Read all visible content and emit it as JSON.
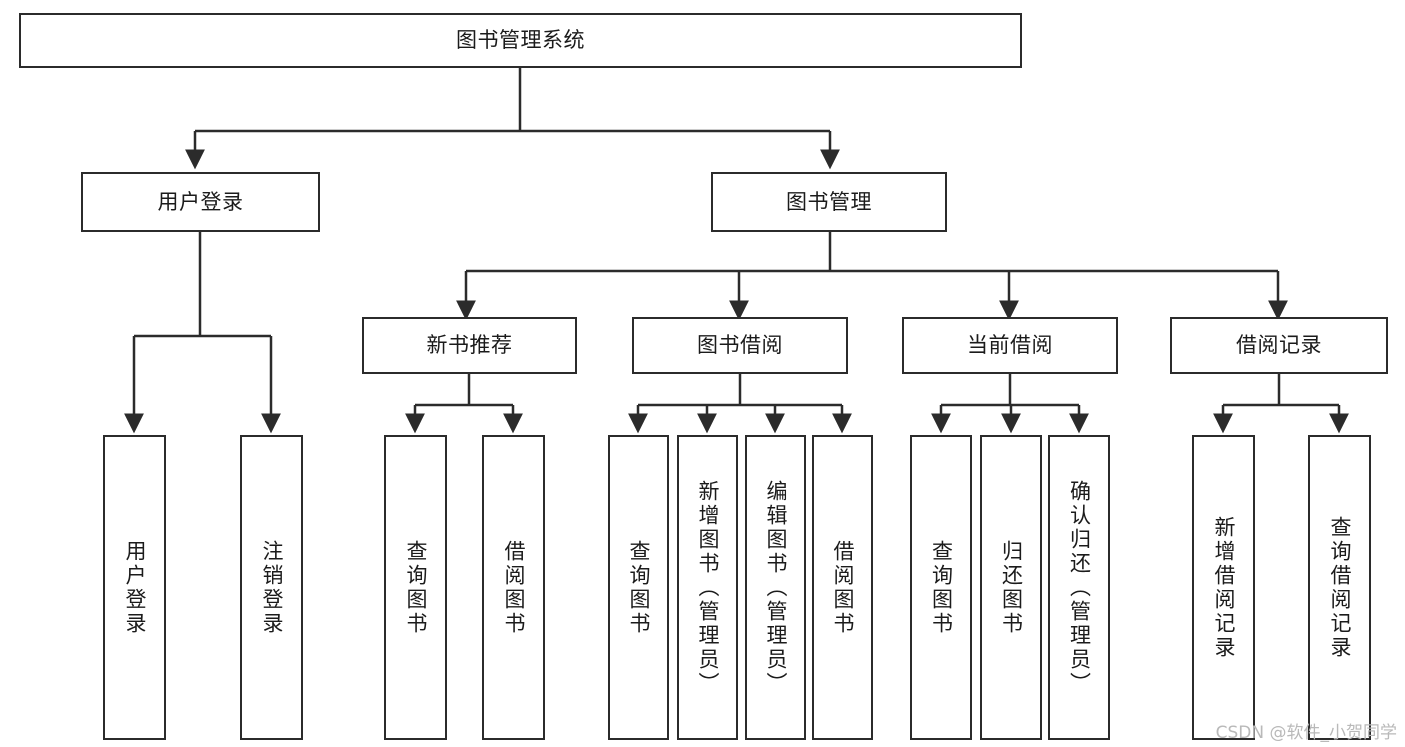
{
  "diagram": {
    "title": "图书管理系统",
    "type": "tree-hierarchy-chart",
    "watermark": "CSDN @软件_小贺同学",
    "colors": {
      "stroke": "#2b2b2b",
      "fill": "#ffffff",
      "text": "#1b1b1b",
      "watermark": "#b9b9b9"
    },
    "nodes": {
      "root": {
        "label": "图书管理系统"
      },
      "level2": [
        {
          "label": "用户登录"
        },
        {
          "label": "图书管理"
        }
      ],
      "level3": [
        {
          "label": "新书推荐"
        },
        {
          "label": "图书借阅"
        },
        {
          "label": "当前借阅"
        },
        {
          "label": "借阅记录"
        }
      ],
      "leaves": {
        "user_login": [
          {
            "label": "用户登录"
          },
          {
            "label": "注销登录"
          }
        ],
        "new_book": [
          {
            "label": "查询图书"
          },
          {
            "label": "借阅图书"
          }
        ],
        "book_borrow": [
          {
            "label": "查询图书"
          },
          {
            "label": "新增图书（管理员）"
          },
          {
            "label": "编辑图书（管理员）"
          },
          {
            "label": "借阅图书"
          }
        ],
        "current_borrow": [
          {
            "label": "查询图书"
          },
          {
            "label": "归还图书"
          },
          {
            "label": "确认归还（管理员）"
          }
        ],
        "borrow_record": [
          {
            "label": "新增借阅记录"
          },
          {
            "label": "查询借阅记录"
          }
        ]
      }
    }
  }
}
